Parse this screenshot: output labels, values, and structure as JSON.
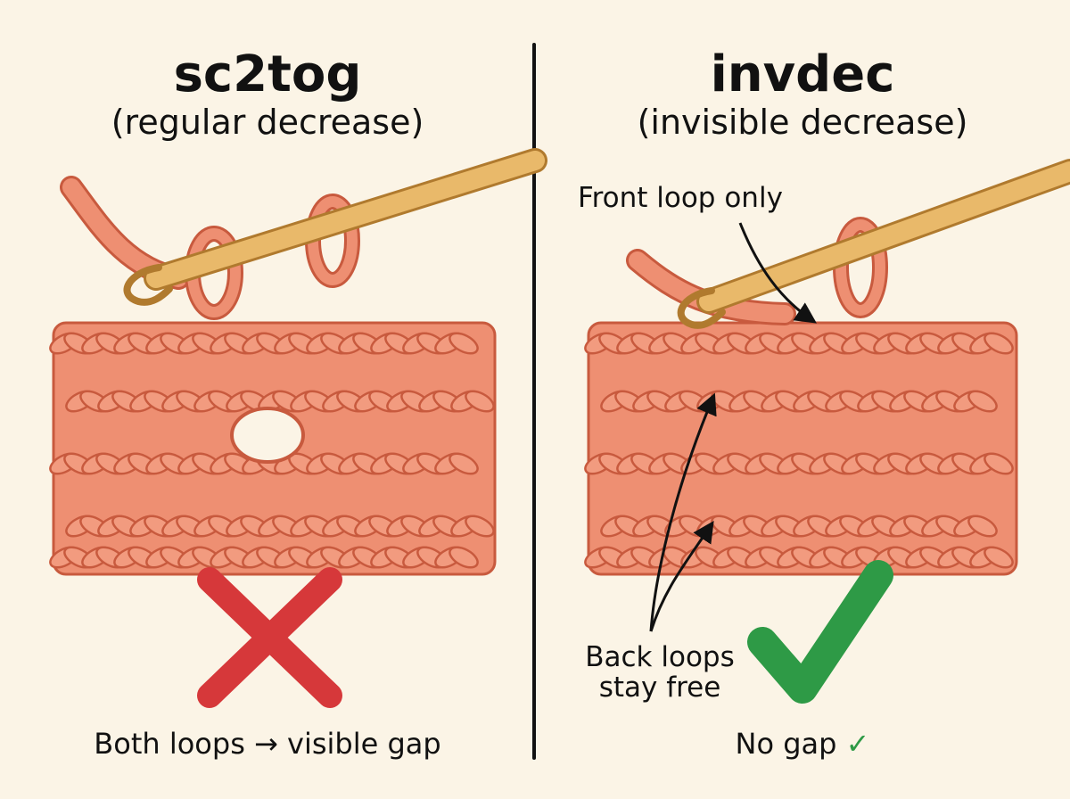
{
  "left": {
    "title": "sc2tog",
    "subtitle": "(regular decrease)",
    "caption": "Both loops → visible gap"
  },
  "right": {
    "title": "invdec",
    "subtitle": "(invisible decrease)",
    "label_front": "Front loop only",
    "label_back_1": "Back loops",
    "label_back_2": "stay free",
    "caption": "No gap",
    "caption_check": "✓"
  },
  "colors": {
    "background": "#fbf4e6",
    "yarn": "#ee8f72",
    "yarn_outline": "#c85a3e",
    "hook": "#e9b96a",
    "hook_outline": "#b07a2e",
    "cross": "#d6383a",
    "check": "#2e9a46"
  },
  "icons": [
    "cross-icon",
    "checkmark-icon",
    "crochet-hook-icon",
    "arrow-icon"
  ]
}
